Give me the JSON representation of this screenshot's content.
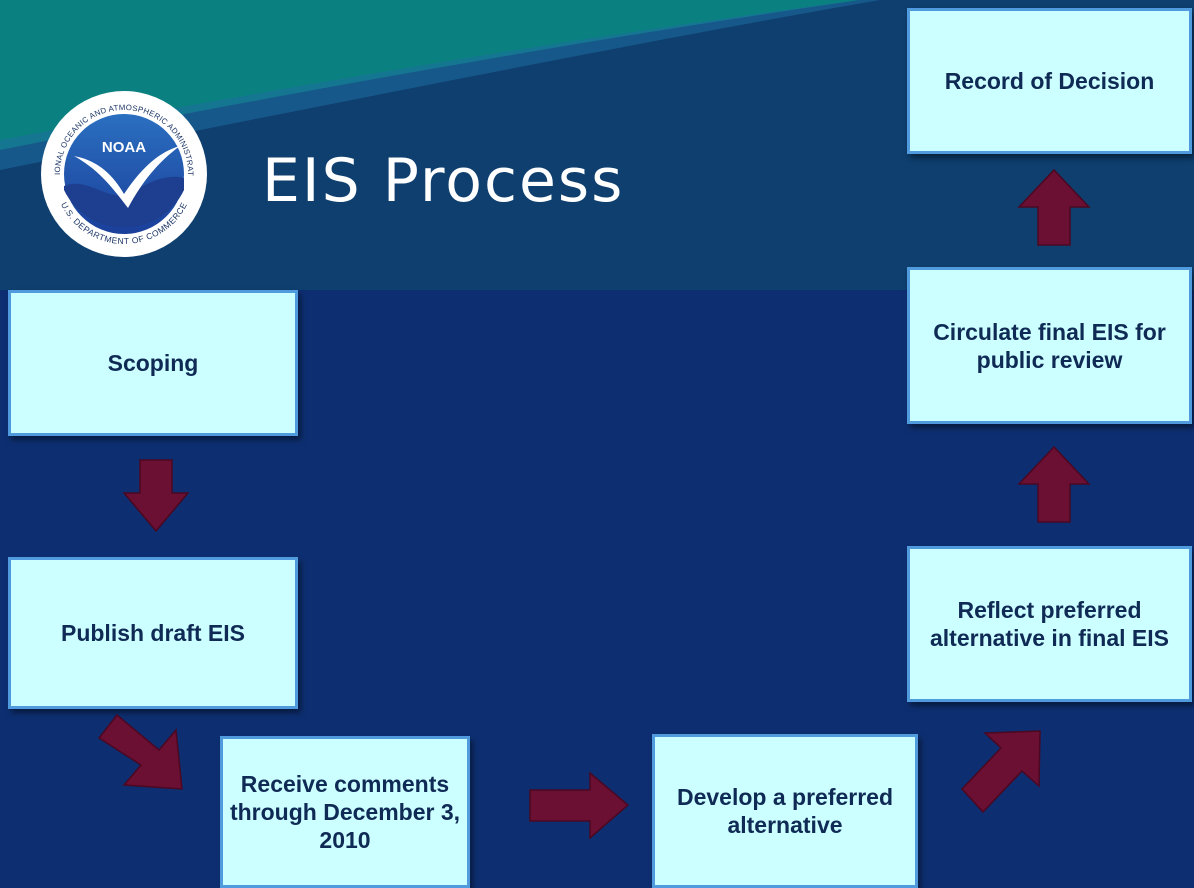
{
  "slide": {
    "title": "EIS Process",
    "logo": {
      "ring_text_top": "NATIONAL OCEANIC AND ATMOSPHERIC ADMINISTRATION",
      "ring_text_bottom": "U.S. DEPARTMENT OF COMMERCE",
      "wordmark": "NOAA"
    }
  },
  "steps": [
    {
      "id": "scoping",
      "label": "Scoping"
    },
    {
      "id": "publish",
      "label": "Publish draft EIS"
    },
    {
      "id": "receive",
      "label": "Receive comments through December 3, 2010"
    },
    {
      "id": "develop",
      "label": "Develop a preferred alternative"
    },
    {
      "id": "reflect",
      "label": "Reflect preferred alternative in final EIS"
    },
    {
      "id": "circulate",
      "label": "Circulate final EIS for public review"
    },
    {
      "id": "record",
      "label": "Record of Decision"
    }
  ],
  "colors": {
    "background": "#0d2f72",
    "header": "#0e3d6e",
    "header_band": "#0a8080",
    "box_fill": "#ccffff",
    "box_border": "#4f9bde",
    "arrow": "#6b0f33"
  }
}
